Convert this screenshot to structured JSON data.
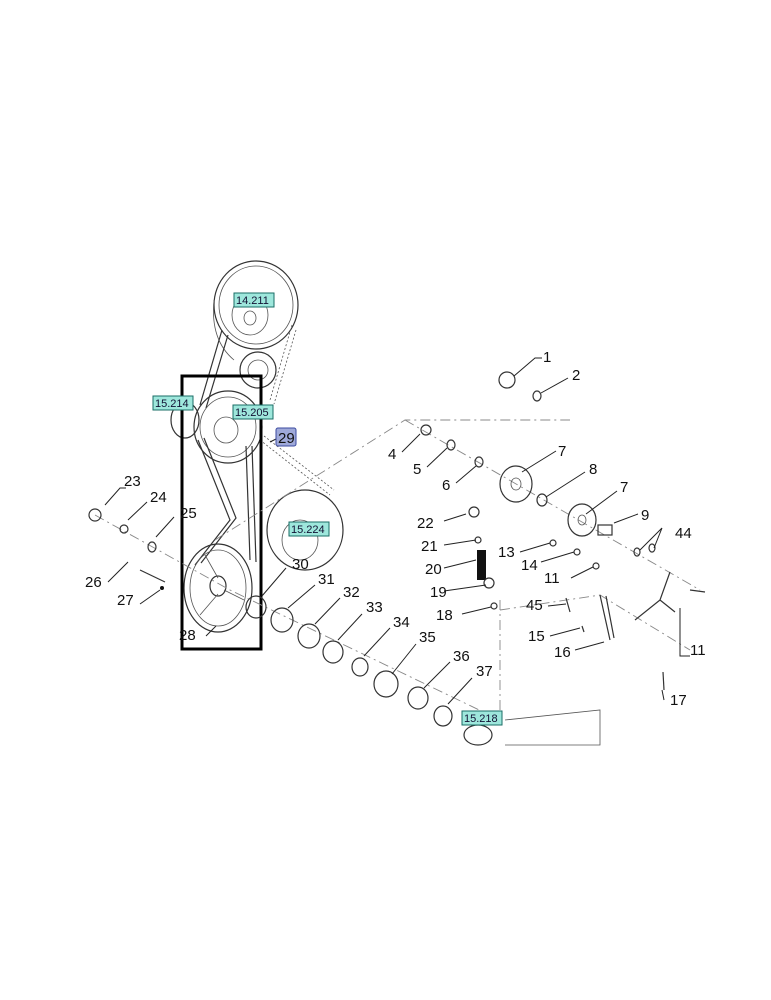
{
  "colors": {
    "ref_box_fill": "#9ee7dc",
    "ref_box_stroke": "#1a6e66",
    "highlight_box_fill": "#9fa9d9",
    "highlight_box_stroke": "#3b4aa0",
    "frame": "#000000"
  },
  "ref_labels": [
    {
      "id": "ref-14-211",
      "text": "14.211"
    },
    {
      "id": "ref-15-214",
      "text": "15.214"
    },
    {
      "id": "ref-15-205",
      "text": "15.205"
    },
    {
      "id": "ref-15-224",
      "text": "15.224"
    },
    {
      "id": "ref-15-218",
      "text": "15.218"
    }
  ],
  "highlight_label": "29",
  "callouts": [
    "1",
    "2",
    "4",
    "5",
    "6",
    "7",
    "8",
    "7",
    "9",
    "44",
    "22",
    "21",
    "20",
    "19",
    "18",
    "13",
    "14",
    "11",
    "45",
    "15",
    "16",
    "11",
    "17",
    "23",
    "24",
    "25",
    "26",
    "27",
    "28",
    "30",
    "31",
    "32",
    "33",
    "34",
    "35",
    "36",
    "37"
  ]
}
